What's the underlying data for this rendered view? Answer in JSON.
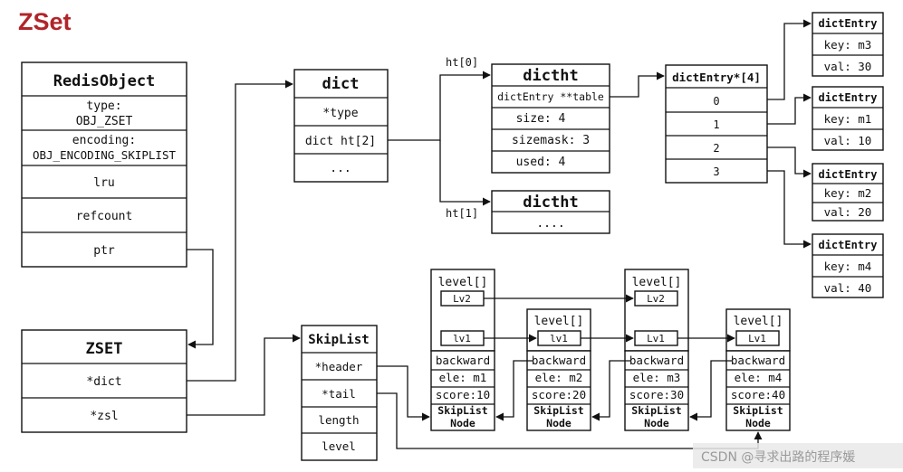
{
  "title": "ZSet",
  "redis_object": {
    "header": "RedisObject",
    "type_label": "type:",
    "type_value": "OBJ_ZSET",
    "encoding_label": "encoding:",
    "encoding_value": "OBJ_ENCODING_SKIPLIST",
    "lru": "lru",
    "refcount": "refcount",
    "ptr": "ptr"
  },
  "zset": {
    "header": "ZSET",
    "dict": "*dict",
    "zsl": "*zsl"
  },
  "dict": {
    "header": "dict",
    "type": "*type",
    "ht": "dict ht[2]",
    "more": "..."
  },
  "ht_labels": {
    "ht0": "ht[0]",
    "ht1": "ht[1]"
  },
  "dictht0": {
    "header": "dictht",
    "table": "dictEntry **table",
    "size": "size: 4",
    "sizemask": "sizemask: 3",
    "used": "used: 4"
  },
  "dictht1": {
    "header": "dictht",
    "more": "...."
  },
  "entry_array": {
    "header": "dictEntry*[4]",
    "slots": [
      "0",
      "1",
      "2",
      "3"
    ]
  },
  "dict_entries": [
    {
      "header": "dictEntry",
      "key": "key: m3",
      "val": "val: 30"
    },
    {
      "header": "dictEntry",
      "key": "key: m1",
      "val": "val: 10"
    },
    {
      "header": "dictEntry",
      "key": "key: m2",
      "val": "val: 20"
    },
    {
      "header": "dictEntry",
      "key": "key: m4",
      "val": "val: 40"
    }
  ],
  "skiplist": {
    "header": "SkipList",
    "head": "*header",
    "tail": "*tail",
    "length": "length",
    "level": "level"
  },
  "skip_nodes": [
    {
      "level_label": "level[]",
      "lv2": "Lv2",
      "lv1": "lv1",
      "backward": "backward",
      "ele": "ele: m1",
      "score": "score:10",
      "node_label": "SkipList Node"
    },
    {
      "level_label": "level[]",
      "lv1": "lv1",
      "backward": "backward",
      "ele": "ele: m2",
      "score": "score:20",
      "node_label": "SkipList Node"
    },
    {
      "level_label": "level[]",
      "lv2": "Lv2",
      "lv1": "Lv1",
      "backward": "backward",
      "ele": "ele: m3",
      "score": "score:30",
      "node_label": "SkipList Node"
    },
    {
      "level_label": "level[]",
      "lv1": "Lv1",
      "backward": "backward",
      "ele": "ele: m4",
      "score": "score:40",
      "node_label": "SkipList Node"
    }
  ],
  "watermark": "CSDN @寻求出路的程序媛"
}
